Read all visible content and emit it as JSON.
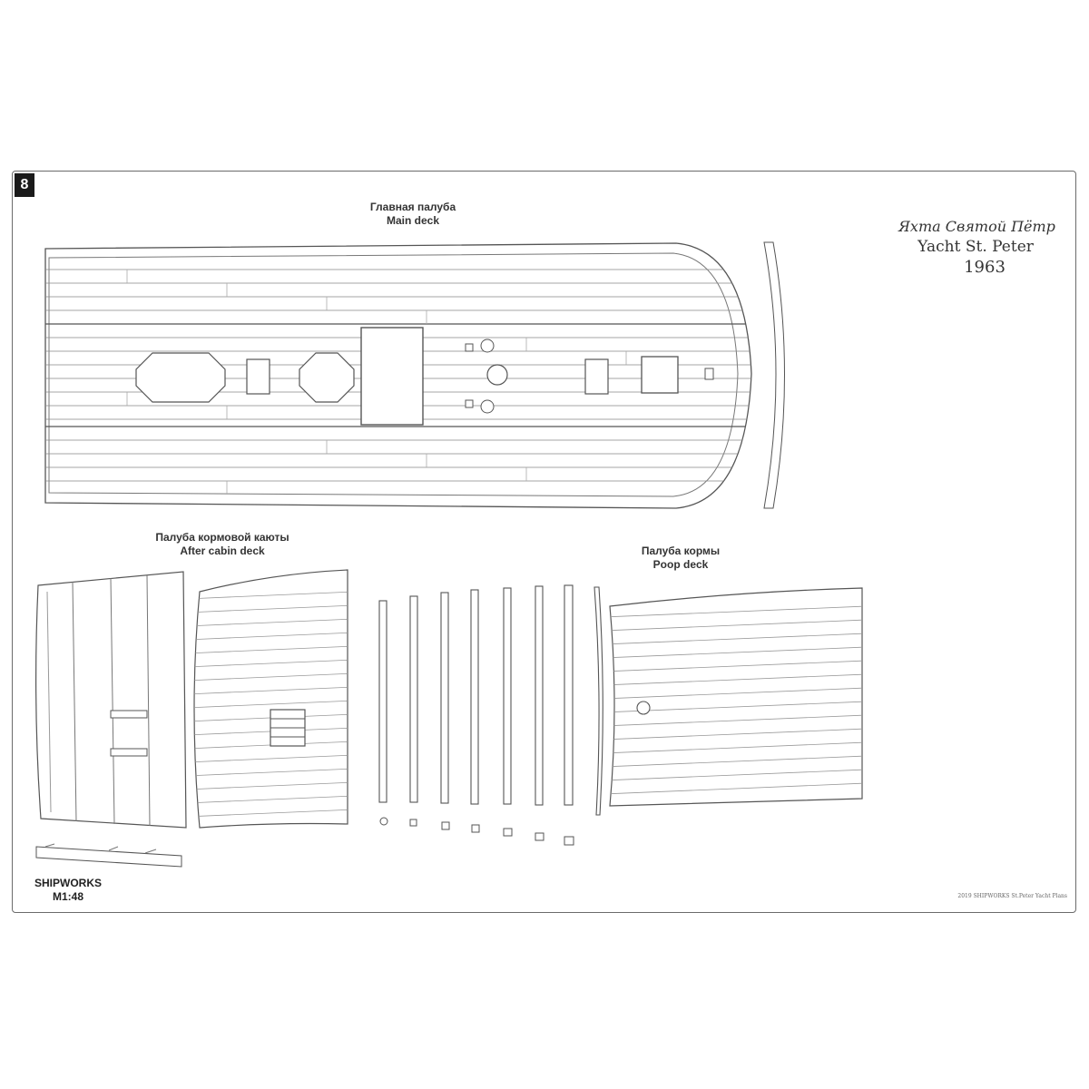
{
  "sheet": {
    "page_number": "8"
  },
  "title": {
    "russian": "Яхта Святой Пётр",
    "english": "Yacht St. Peter",
    "year": "1963"
  },
  "labels": {
    "main_deck_ru": "Главная палуба",
    "main_deck_en": "Main deck",
    "after_cabin_ru": "Палуба кормовой каюты",
    "after_cabin_en": "After cabin deck",
    "poop_ru": "Палуба кормы",
    "poop_en": "Poop deck"
  },
  "brand": {
    "name": "SHIPWORKS",
    "scale": "M1:48"
  },
  "footer": {
    "copyright": "2019 SHIPWORKS St.Peter Yacht Plans"
  },
  "colors": {
    "line": "#555555",
    "border": "#6b6b6b",
    "badge": "#1a1a1a"
  }
}
